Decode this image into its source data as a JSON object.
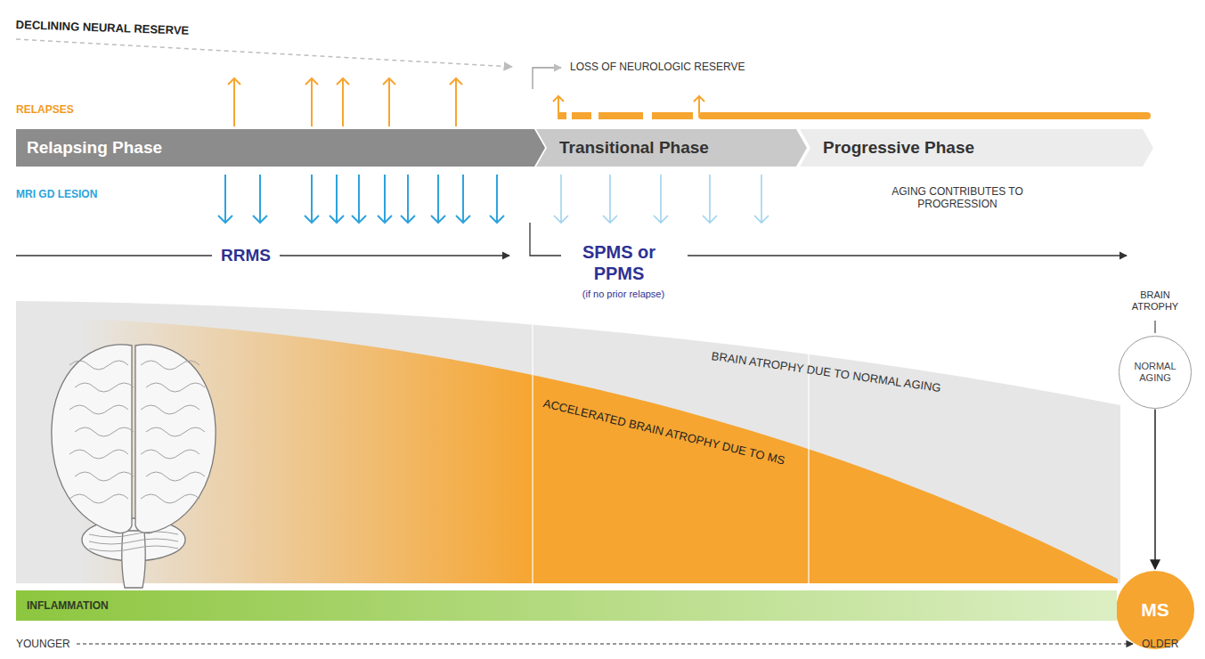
{
  "diagram": {
    "nodes": [
      {
        "text": [
          "Relapsing Phase"
        ]
      },
      {
        "text": [
          "Transitional Phase"
        ]
      },
      {
        "text": [
          "Progressive Phase"
        ]
      },
      {
        "text": [
          "NORMAL AGING"
        ]
      },
      {
        "text": [
          "MS"
        ]
      },
      {
        "text": [
          "INFLAMMATION"
        ]
      }
    ],
    "edges": [
      {
        "from": 3,
        "to": 4,
        "arrow": "to"
      }
    ],
    "labels": [
      "DECLINING NEURAL RESERVE",
      "LOSS OF NEUROLOGIC RESERVE",
      "RELAPSES",
      "MRI GD LESION",
      "AGING CONTRIBUTES TO PROGRESSION",
      "RRMS",
      "SPMS or PPMS",
      "(if no prior relapse)",
      "BRAIN ATROPHY",
      "BRAIN ATROPHY DUE TO NORMAL AGING",
      "ACCELERATED BRAIN ATROPHY DUE TO MS",
      "YOUNGER",
      "OLDER"
    ]
  }
}
